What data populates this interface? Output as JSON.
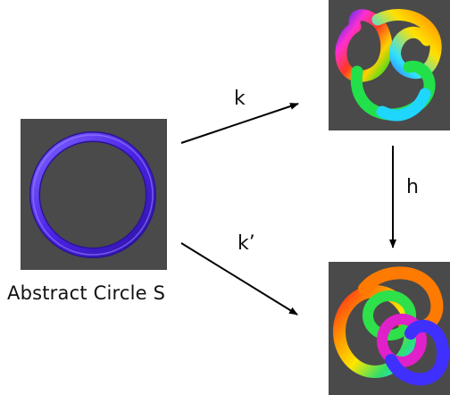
{
  "caption": "Abstract Circle S",
  "maps": {
    "k": "k",
    "h": "h",
    "k_prime": "k’"
  },
  "colors": {
    "panel_background": "#4a4a4a",
    "circle_tube": "#5a2ef0",
    "arrow": "#000000"
  }
}
